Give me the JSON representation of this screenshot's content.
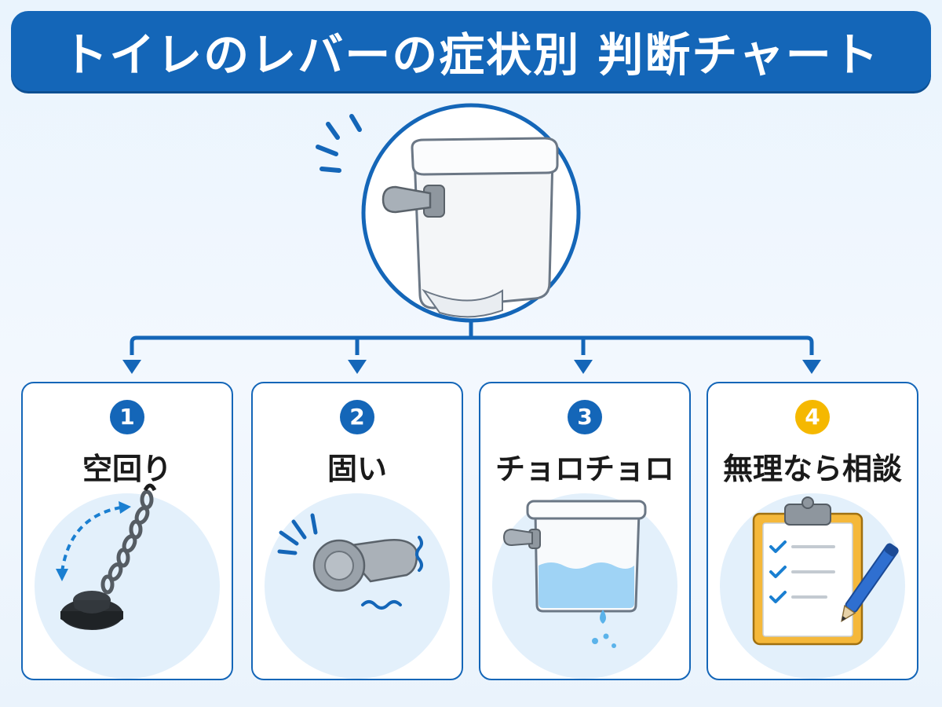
{
  "title": "トイレのレバーの症状別 判断チャート",
  "colors": {
    "primary": "#1466b8",
    "accent": "#f5b800",
    "background": "#eaf4fd",
    "water": "#9fd3f5"
  },
  "center_illustration": {
    "icon": "toilet-tank-lever-icon"
  },
  "cards": [
    {
      "number": "1",
      "label": "空回り",
      "icon": "chain-flapper-icon",
      "badge_color": "#1466b8"
    },
    {
      "number": "2",
      "label": "固い",
      "icon": "stiff-lever-icon",
      "badge_color": "#1466b8"
    },
    {
      "number": "3",
      "label": "チョロチョロ",
      "icon": "leaking-tank-icon",
      "badge_color": "#1466b8"
    },
    {
      "number": "4",
      "label": "無理なら相談",
      "icon": "clipboard-checklist-icon",
      "badge_color": "#f5b800"
    }
  ]
}
